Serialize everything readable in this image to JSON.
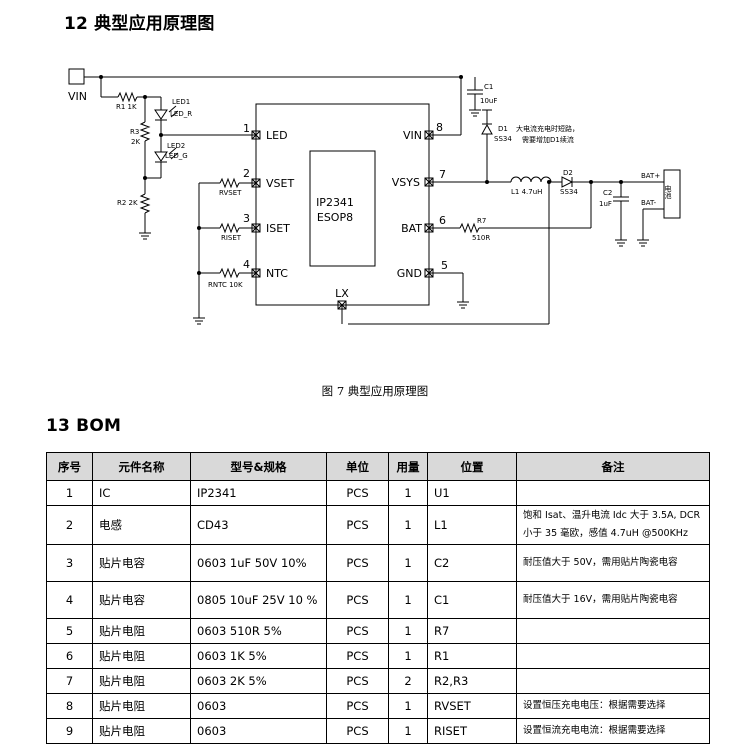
{
  "section12": {
    "heading": "12 典型应用原理图"
  },
  "schematic": {
    "chip": {
      "name": "IP2341",
      "package": "ESOP8"
    },
    "pins": [
      {
        "num": "1",
        "name": "LED"
      },
      {
        "num": "2",
        "name": "VSET"
      },
      {
        "num": "3",
        "name": "ISET"
      },
      {
        "num": "4",
        "name": "NTC"
      },
      {
        "num": "8",
        "name": "VIN"
      },
      {
        "num": "7",
        "name": "VSYS"
      },
      {
        "num": "6",
        "name": "BAT"
      },
      {
        "num": "5",
        "name": "GND"
      },
      {
        "num": "",
        "name": "LX"
      }
    ],
    "labels": {
      "vin": "VIN",
      "r1": "R1 1K",
      "r3": "R3",
      "r3v": "2K",
      "r2": "R2 2K",
      "led1": "LED1",
      "led_r": "LED_R",
      "led2": "LED2",
      "led_g": "LED_G",
      "rvset": "RVSET",
      "riset": "RISET",
      "rntc": "RNTC  10K",
      "c1": "C1",
      "c1v": "10uF",
      "d1": "D1",
      "d1v": "SS34",
      "note1": "大电流充电时短路，",
      "note2": "需要增加D1续流",
      "l1": "L1  4.7uH",
      "d2": "D2",
      "d2v": "SS34",
      "c2": "C2",
      "c2v": "1uF",
      "r7": "R7",
      "r7v": "510R",
      "batp": "BAT+",
      "batn": "BAT-",
      "cell": "电池"
    }
  },
  "caption": "图 7  典型应用原理图",
  "section13": {
    "heading": "13 BOM"
  },
  "bom": {
    "headers": [
      "序号",
      "元件名称",
      "型号&规格",
      "单位",
      "用量",
      "位置",
      "备注"
    ],
    "rows": [
      {
        "no": "1",
        "name": "IC",
        "spec": "IP2341",
        "unit": "PCS",
        "qty": "1",
        "pos": "U1",
        "note": ""
      },
      {
        "no": "2",
        "name": "电感",
        "spec": "CD43",
        "unit": "PCS",
        "qty": "1",
        "pos": "L1",
        "note": "饱和 Isat、温升电流 Idc 大于 3.5A, DCR 小于 35 毫欧，感值 4.7uH @500KHz"
      },
      {
        "no": "3",
        "name": "贴片电容",
        "spec": "0603    1uF    50V 10%",
        "unit": "PCS",
        "qty": "1",
        "pos": "C2",
        "note": "耐压值大于 50V，需用贴片陶瓷电容"
      },
      {
        "no": "4",
        "name": "贴片电容",
        "spec": "0805    10uF   25V 10 %",
        "unit": "PCS",
        "qty": "1",
        "pos": "C1",
        "note": "耐压值大于 16V，需用贴片陶瓷电容"
      },
      {
        "no": "5",
        "name": "贴片电阻",
        "spec": "0603    510R    5%",
        "unit": "PCS",
        "qty": "1",
        "pos": "R7",
        "note": ""
      },
      {
        "no": "6",
        "name": "贴片电阻",
        "spec": "0603    1K    5%",
        "unit": "PCS",
        "qty": "1",
        "pos": "R1",
        "note": ""
      },
      {
        "no": "7",
        "name": "贴片电阻",
        "spec": "0603    2K    5%",
        "unit": "PCS",
        "qty": "2",
        "pos": "R2,R3",
        "note": ""
      },
      {
        "no": "8",
        "name": "贴片电阻",
        "spec": "0603",
        "unit": "PCS",
        "qty": "1",
        "pos": "RVSET",
        "note": "设置恒压充电电压：根据需要选择"
      },
      {
        "no": "9",
        "name": "贴片电阻",
        "spec": "0603",
        "unit": "PCS",
        "qty": "1",
        "pos": "RISET",
        "note": "设置恒流充电电流：根据需要选择"
      }
    ]
  }
}
